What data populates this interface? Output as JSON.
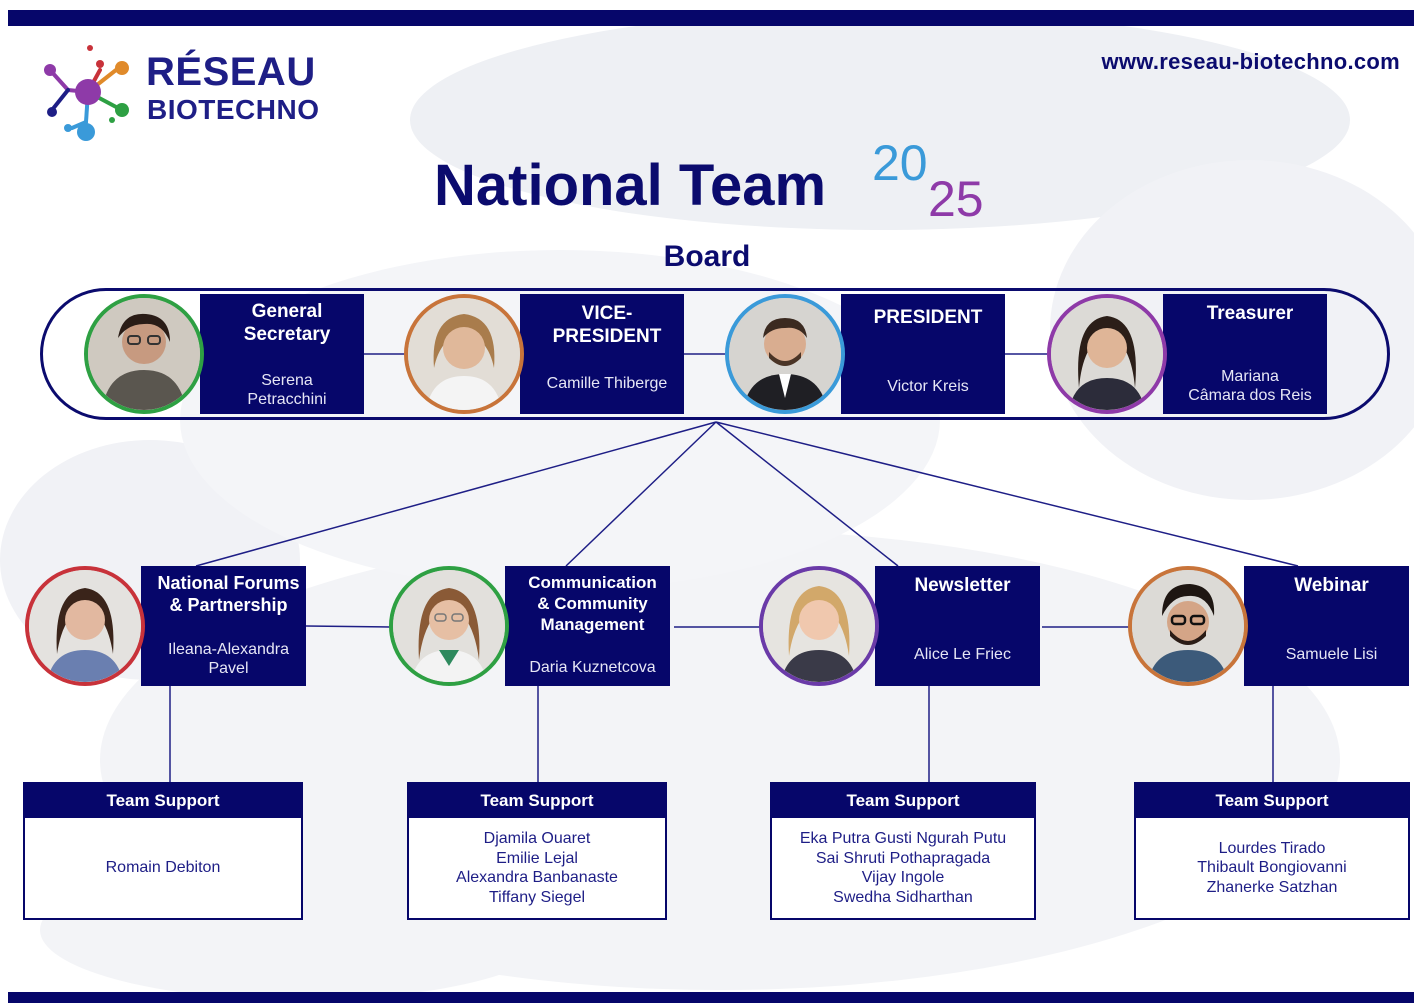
{
  "header": {
    "logo_line1": "RÉSEAU",
    "logo_line2": "BIOTECHNO",
    "website": "www.reseau-biotechno.com"
  },
  "title": "National Team",
  "year": {
    "top": "20",
    "bottom": "25"
  },
  "board": {
    "label": "Board",
    "members": [
      {
        "role_lines": [
          "General",
          "Secretary"
        ],
        "name_lines": [
          "Serena",
          "Petracchini"
        ],
        "ring": "#2ea043"
      },
      {
        "role_lines": [
          "VICE-",
          "PRESIDENT"
        ],
        "name_lines": [
          "Camille Thiberge"
        ],
        "ring": "#c8743a"
      },
      {
        "role_lines": [
          "PRESIDENT"
        ],
        "name_lines": [
          "Victor Kreis"
        ],
        "ring": "#3a9ad9"
      },
      {
        "role_lines": [
          "Treasurer"
        ],
        "name_lines": [
          "Mariana",
          "Câmara dos Reis"
        ],
        "ring": "#8e3aa8"
      }
    ]
  },
  "departments": [
    {
      "role_lines": [
        "National Forums",
        "& Partnership"
      ],
      "name_lines": [
        "Ileana-Alexandra",
        "Pavel"
      ],
      "ring": "#c8323a",
      "team_support_label": "Team Support",
      "team_support": [
        "Romain Debiton"
      ]
    },
    {
      "role_lines": [
        "Communication",
        "& Community",
        "Management"
      ],
      "name_lines": [
        "Daria Kuznetcova"
      ],
      "ring": "#2ea043",
      "team_support_label": "Team Support",
      "team_support": [
        "Djamila Ouaret",
        "Emilie Lejal",
        "Alexandra Banbanaste",
        "Tiffany Siegel"
      ]
    },
    {
      "role_lines": [
        "Newsletter"
      ],
      "name_lines": [
        "Alice Le Friec"
      ],
      "ring": "#6a3aa8",
      "team_support_label": "Team Support",
      "team_support": [
        "Eka Putra Gusti Ngurah Putu",
        "Sai Shruti Pothapragada",
        "Vijay Ingole",
        "Swedha Sidharthan"
      ]
    },
    {
      "role_lines": [
        "Webinar"
      ],
      "name_lines": [
        "Samuele Lisi"
      ],
      "ring": "#c8743a",
      "team_support_label": "Team Support",
      "team_support": [
        "Lourdes Tirado",
        "Thibault Bongiovanni",
        "Zhanerke Satzhan"
      ]
    }
  ],
  "colors": {
    "navy": "#06066a",
    "brand_blue": "#3a9ad9",
    "brand_purple": "#8e3aa8"
  }
}
